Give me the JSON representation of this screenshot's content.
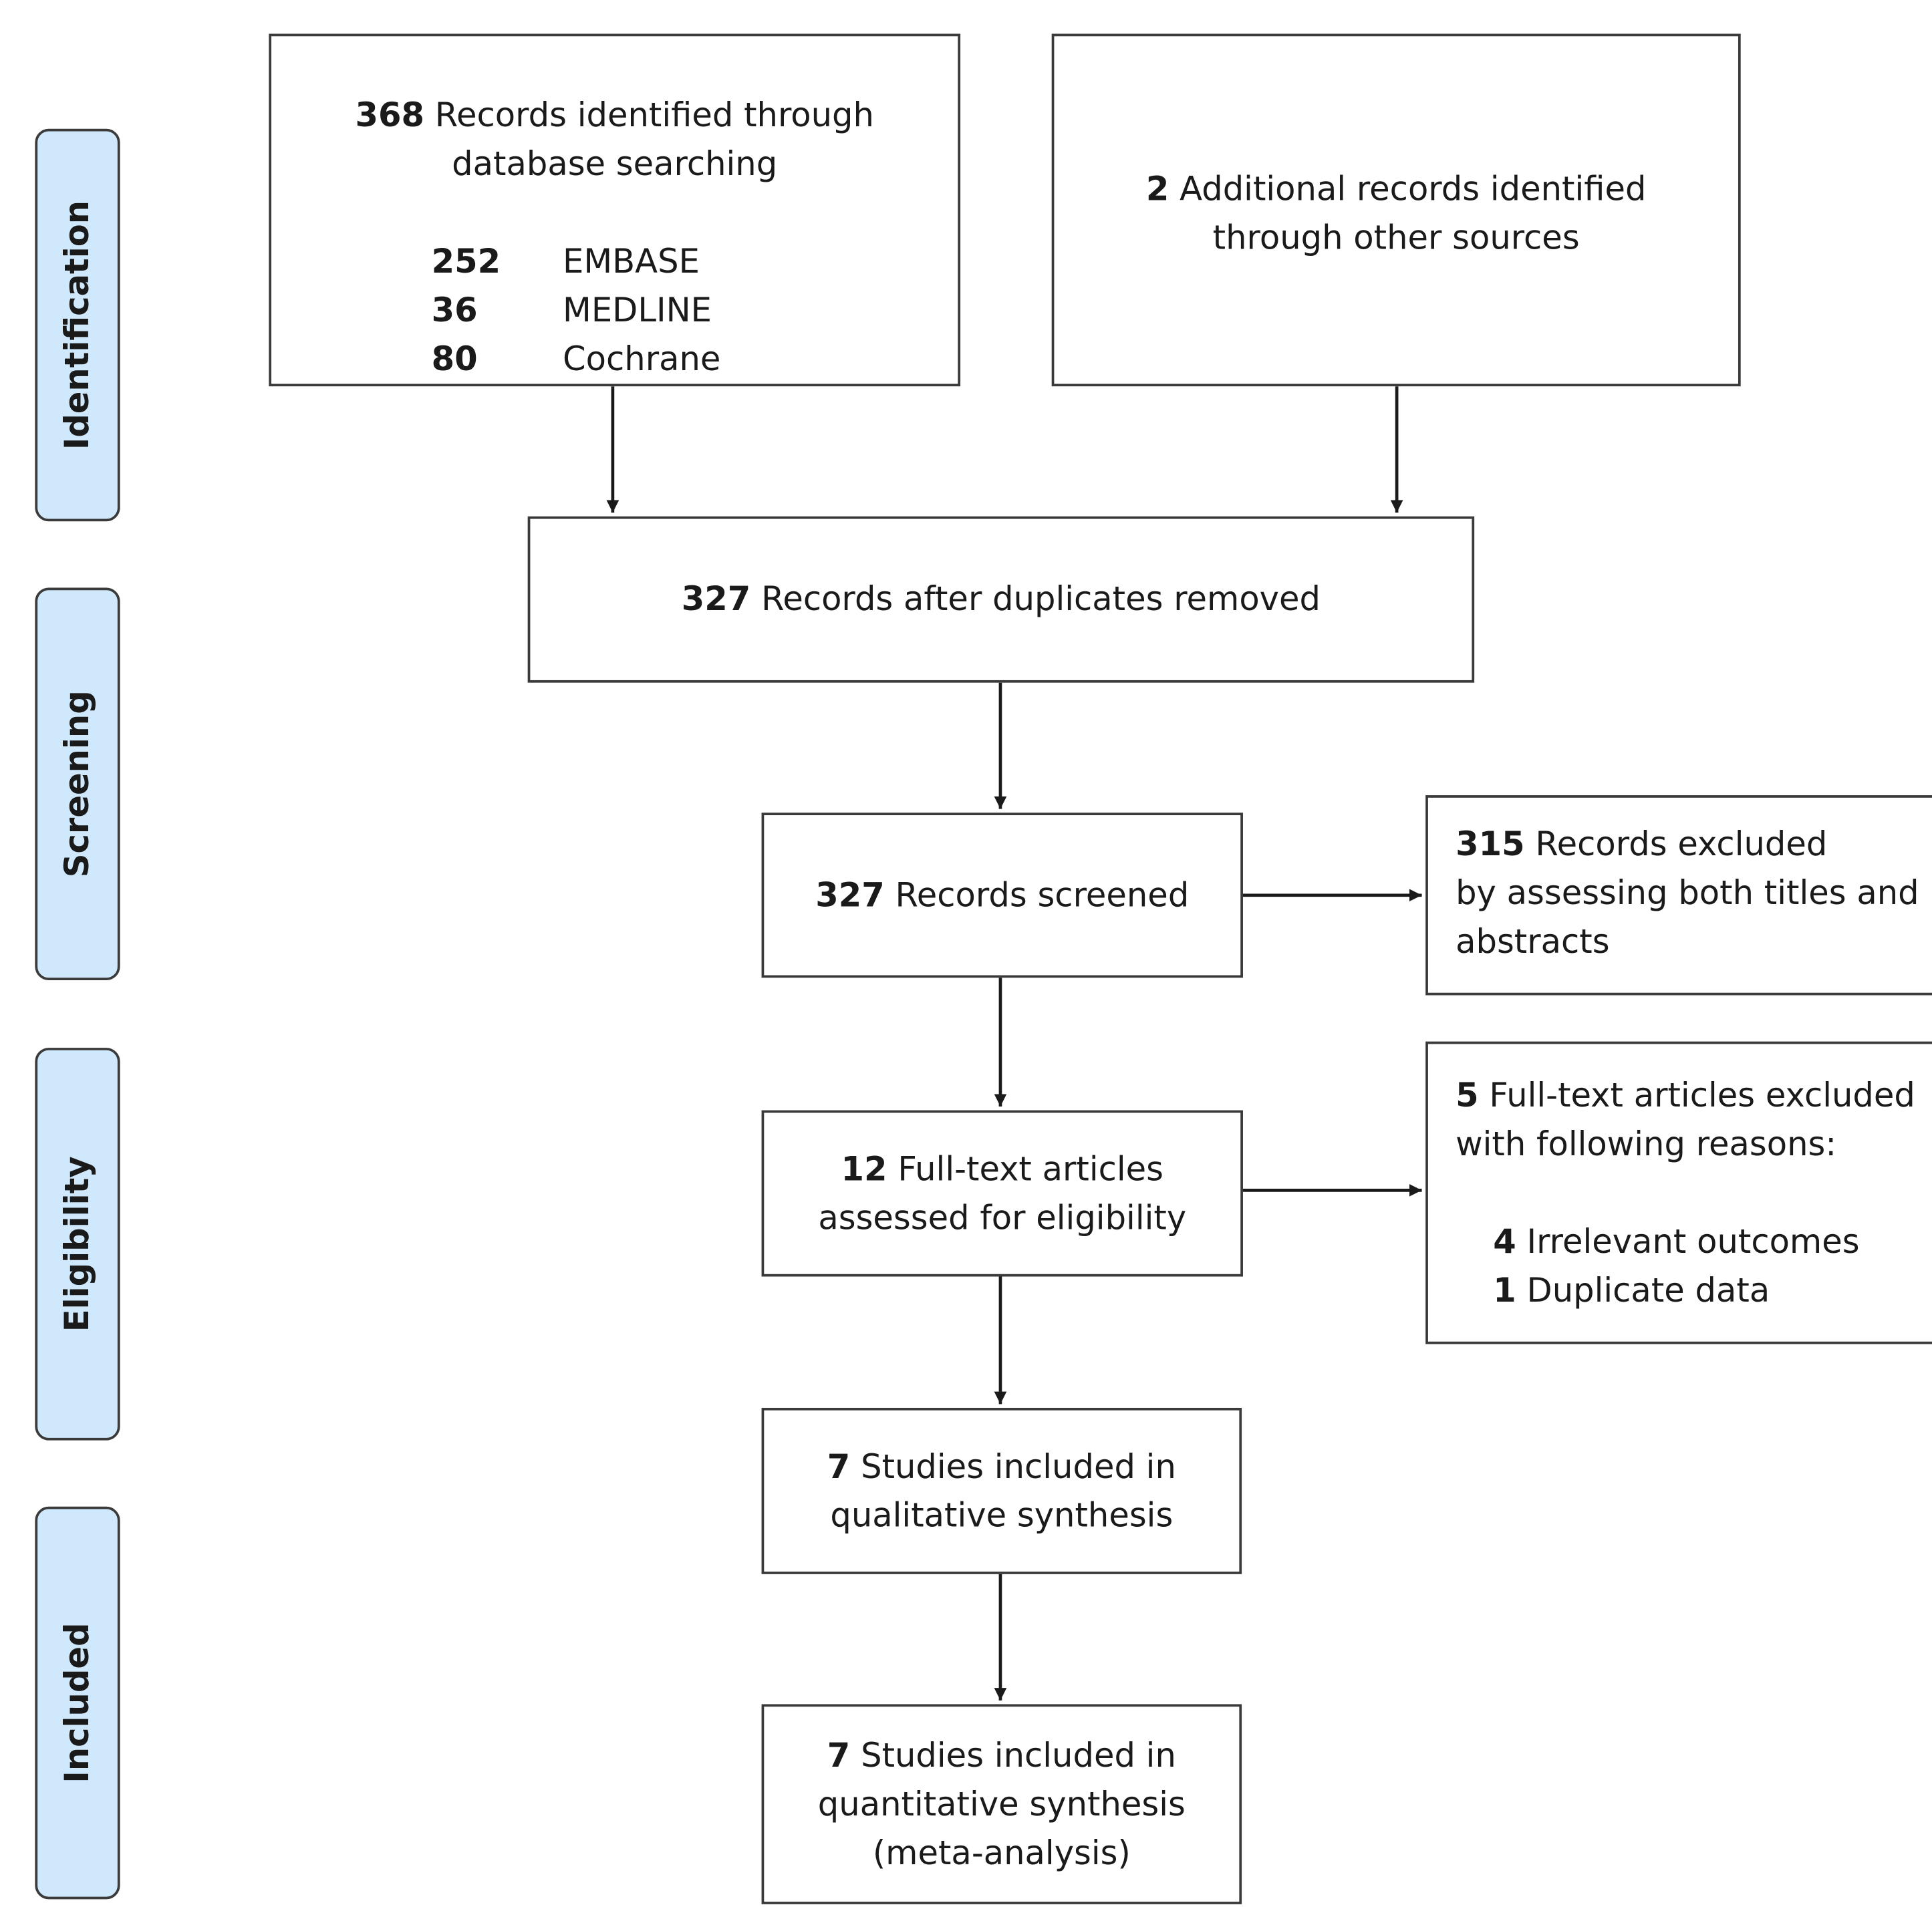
{
  "phases": [
    "Identification",
    "Screening",
    "Eligibility",
    "Included"
  ],
  "boxes": {
    "database": {
      "count": "368",
      "text_line1": "Records identified through",
      "text_line2": "database searching",
      "sources": [
        {
          "count": "252",
          "name": "EMBASE"
        },
        {
          "count": "36",
          "name": "MEDLINE"
        },
        {
          "count": "80",
          "name": "Cochrane"
        }
      ]
    },
    "other_sources": {
      "count": "2",
      "text_line1": "Additional records identified",
      "text_line2": "through other sources"
    },
    "after_duplicates": {
      "count": "327",
      "text": "Records after duplicates removed"
    },
    "screened": {
      "count": "327",
      "text": "Records screened"
    },
    "excluded_screening": {
      "count": "315",
      "text_line1": "Records excluded",
      "text_line2": "by assessing both titles and",
      "text_line3": "abstracts"
    },
    "full_text": {
      "count": "12",
      "text_line1": "Full-text articles",
      "text_line2": "assessed for eligibility"
    },
    "excluded_full_text": {
      "count": "5",
      "text_line1": "Full-text articles excluded",
      "text_line2": "with following reasons:",
      "reasons": [
        {
          "count": "4",
          "text": "Irrelevant outcomes"
        },
        {
          "count": "1",
          "text": "Duplicate data"
        }
      ]
    },
    "qualitative": {
      "count": "7",
      "text_line1": "Studies included in",
      "text_line2": "qualitative synthesis"
    },
    "quantitative": {
      "count": "7",
      "text_line1": "Studies included in",
      "text_line2": "quantitative synthesis",
      "text_line3": "(meta-analysis)"
    }
  }
}
